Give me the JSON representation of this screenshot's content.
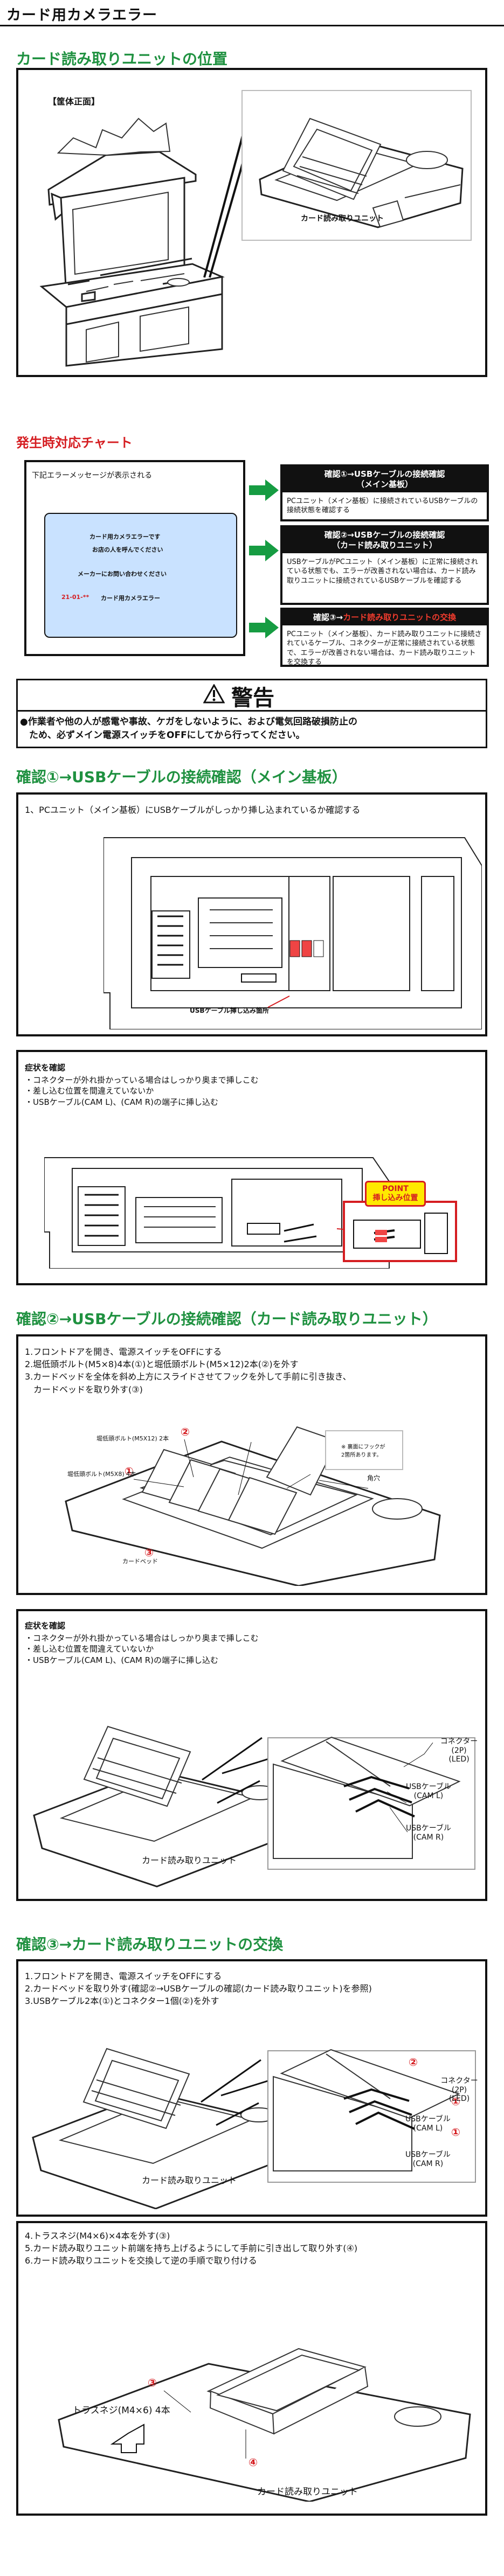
{
  "page": {
    "title": "カード用カメラエラー"
  },
  "sections": {
    "location": {
      "title": "カード読み取りユニットの位置",
      "cabinet_label": "【筐体正面】",
      "unit_label": "カード読み取りユニット"
    },
    "chart": {
      "title": "発生時対応チャート",
      "intro": "下記エラーメッセージが表示される",
      "screen": {
        "line1": "カード用カメラエラーです",
        "line2": "お店の人を呼んでください",
        "line3": "メーカーにお問い合わせください",
        "code": "21-01-**",
        "label": "カード用カメラエラー"
      },
      "cards": [
        {
          "title_line1": "確認①→USBケーブルの接続確認",
          "title_line2": "（メイン基板）",
          "body": "PCユニット（メイン基板）に接続されているUSBケーブルの接続状態を確認する"
        },
        {
          "title_line1": "確認②→USBケーブルの接続確認",
          "title_line2": "（カード読み取りユニット）",
          "body": "USBケーブルがPCユニット（メイン基板）に正常に接続されている状態でも、エラーが改善されない場合は、カード読み取りユニットに接続されているUSBケーブルを確認する"
        },
        {
          "title_line1": "確認③→カード読み取りユニットの交換",
          "title_line2": "",
          "body": "PCユニット（メイン基板）、カード読み取りユニットに接続されているケーブル、コネクターが正常に接続されている状態で、エラーが改善されない場合は、カード読み取りユニットを交換する"
        }
      ]
    },
    "warning": {
      "title": "警告",
      "body_line1": "●作業者や他の人が感電や事故、ケガをしないように、および電気回路破損防止の",
      "body_line2": "　ため、必ずメイン電源スイッチをOFFにしてから行ってください。"
    },
    "check1": {
      "title": "確認①→USBケーブルの接続確認（メイン基板）",
      "step": "1、PCユニット（メイン基板）にUSBケーブルがしっかり挿し込まれているか確認する",
      "usb_label": "USBケーブル挿し込み箇所",
      "symptom_title": "症状を確認",
      "symptoms": [
        "・コネクターが外れ掛かっている場合はしっかり奥まで挿しこむ",
        "・差し込む位置を間違えていないか",
        "・USBケーブル(CAM L)、(CAM R)の端子に挿し込む"
      ],
      "point_title": "POINT",
      "point_body": "挿し込み位置"
    },
    "check2": {
      "title": "確認②→USBケーブルの接続確認（カード読み取りユニット）",
      "steps": [
        "1.フロントドアを開き、電源スイッチをOFFにする",
        "2.堀低頭ボルト(M5×8)4本(①)と堀低頭ボルト(M5×12)2本(②)を外す",
        "3.カードベッドを全体を斜め上方にスライドさせてフックを外して手前に引き抜き、",
        "　カードベッドを取り外す(③)"
      ],
      "label_bolt12": "堀低頭ボルト(M5X12) 2本",
      "label_bolt8": "堀低頭ボルト(M5X8) 4本",
      "label_bed": "カードベッド",
      "label_hook": "※ 裏面にフックが\n2箇所あります。",
      "label_corner": "角穴",
      "symptom_title": "症状を確認",
      "symptoms": [
        "・コネクターが外れ掛かっている場合はしっかり奥まで挿しこむ",
        "・差し込む位置を間違えていないか",
        "・USBケーブル(CAM L)、(CAM R)の端子に挿し込む"
      ],
      "label_connector": "コネクター(2P)",
      "label_connector_sub": "(LED)",
      "label_usb_l": "USBケーブル",
      "label_usb_l_sub": "(CAM L)",
      "label_usb_r": "USBケーブル",
      "label_usb_r_sub": "(CAM R)",
      "label_unit": "カード読み取りユニット"
    },
    "check3": {
      "title": "確認③→カード読み取りユニットの交換",
      "steps": [
        "1.フロントドアを開き、電源スイッチをOFFにする",
        "2.カードベッドを取り外す(確認②→USBケーブルの確認(カード読み取りユニット)を参照)",
        "3.USBケーブル2本(①)とコネクター1個(②)を外す"
      ],
      "label_connector": "コネクター(2P)",
      "label_connector_sub": "(LED)",
      "label_usb_l": "USBケーブル",
      "label_usb_l_sub": "(CAM L)",
      "label_usb_r": "USBケーブル",
      "label_usb_r_sub": "(CAM R)",
      "label_unit": "カード読み取りユニット",
      "steps2": [
        "4.トラスネジ(M4×6)×4本を外す(③)",
        "5.カード読み取りユニット前端を持ち上げるようにして手前に引き出して取り外す(④)",
        "6.カード読み取りユニットを交換して逆の手順で取り付ける"
      ],
      "label_screw": "トラスネジ(M4×6) 4本",
      "label_unit2": "カード読み取りユニット"
    }
  },
  "markers": {
    "n1": "①",
    "n2": "②",
    "n3": "③",
    "n4": "④"
  },
  "colors": {
    "section_green": "#1f9140",
    "alert_red": "#d51d21",
    "arrow_green": "#169c42",
    "panel_blue": "#c9e2ff"
  },
  "icons": {
    "warning": "warning-triangle-icon",
    "arrow": "right-arrow-icon"
  }
}
